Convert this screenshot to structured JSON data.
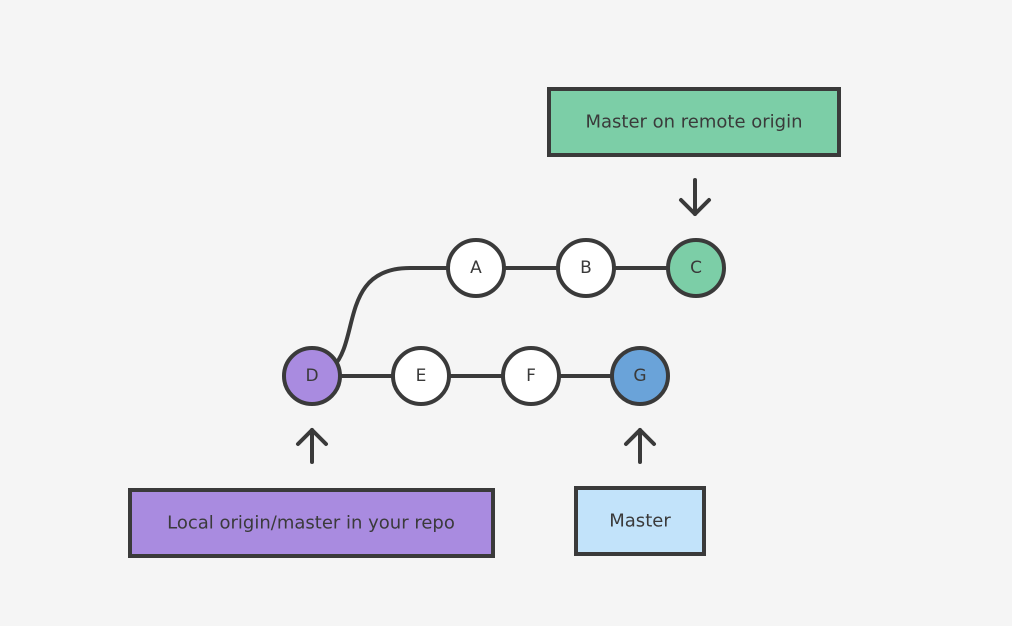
{
  "colors": {
    "background": "#f5f5f5",
    "stroke": "#3a3a3a",
    "default_node": "#ffffff",
    "remote_green": "#7ccea7",
    "local_purple": "#a98be0",
    "master_blue": "#6aa3d9",
    "master_box_light_blue": "#c2e3fa"
  },
  "commits": {
    "A": "A",
    "B": "B",
    "C": "C",
    "D": "D",
    "E": "E",
    "F": "F",
    "G": "G"
  },
  "labels": {
    "remote": "Master on remote origin",
    "local": "Local origin/master in your repo",
    "master": "Master"
  }
}
